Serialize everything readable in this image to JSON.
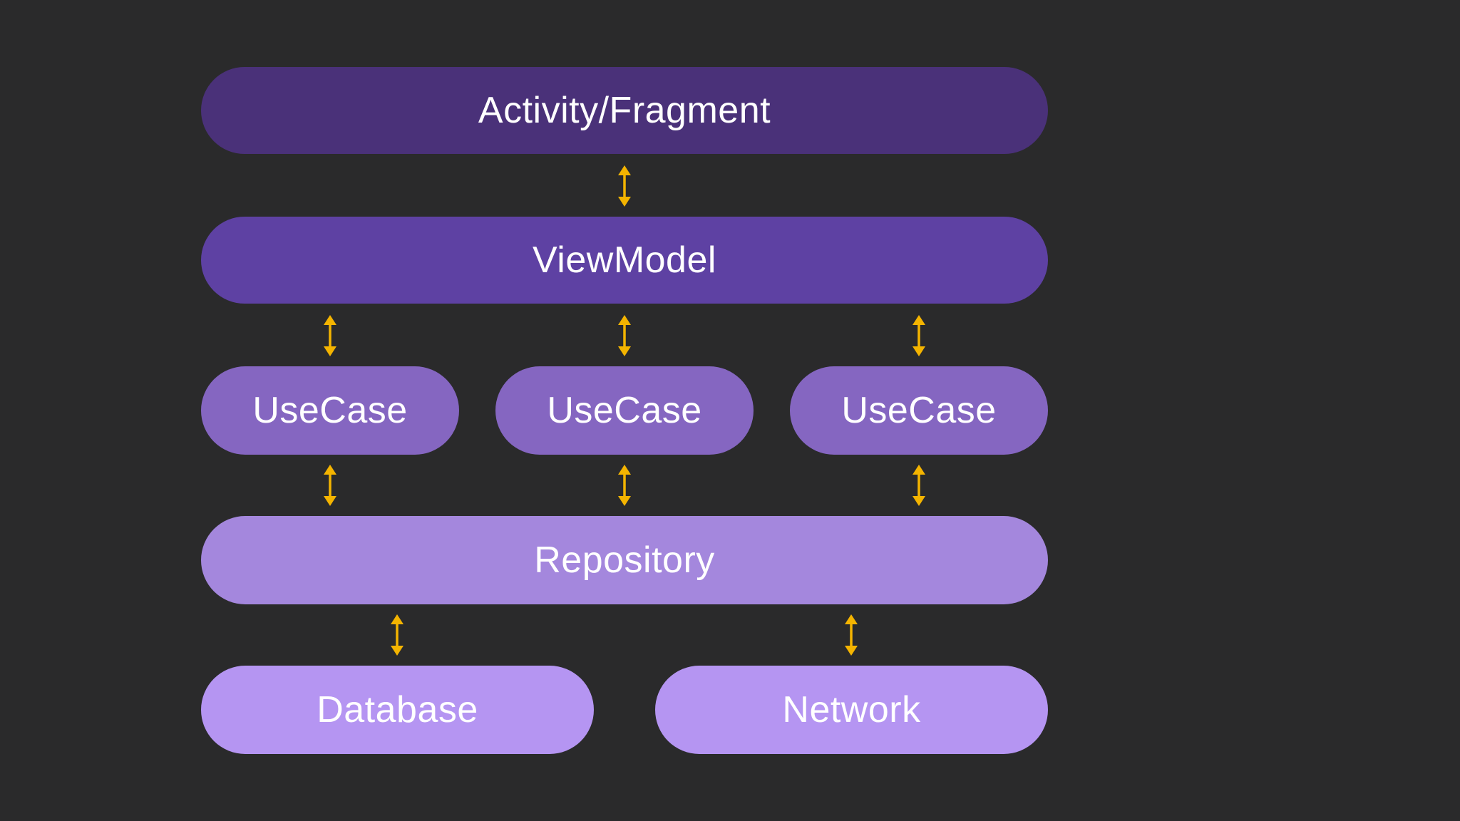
{
  "colors": {
    "background": "#2a2a2b",
    "activity": "#4a3179",
    "viewmodel": "#5e41a3",
    "usecase": "#8566c1",
    "repository": "#a487dd",
    "storage": "#b595f2",
    "arrow": "#f4b400",
    "text": "#ffffff"
  },
  "layers": {
    "activity": "Activity/Fragment",
    "viewmodel": "ViewModel",
    "usecases": [
      "UseCase",
      "UseCase",
      "UseCase"
    ],
    "repository": "Repository",
    "database": "Database",
    "network": "Network"
  },
  "arrows": {
    "style": "bidirectional",
    "connections": [
      [
        "Activity/Fragment",
        "ViewModel"
      ],
      [
        "ViewModel",
        "UseCase"
      ],
      [
        "ViewModel",
        "UseCase"
      ],
      [
        "ViewModel",
        "UseCase"
      ],
      [
        "UseCase",
        "Repository"
      ],
      [
        "UseCase",
        "Repository"
      ],
      [
        "UseCase",
        "Repository"
      ],
      [
        "Repository",
        "Database"
      ],
      [
        "Repository",
        "Network"
      ]
    ]
  }
}
